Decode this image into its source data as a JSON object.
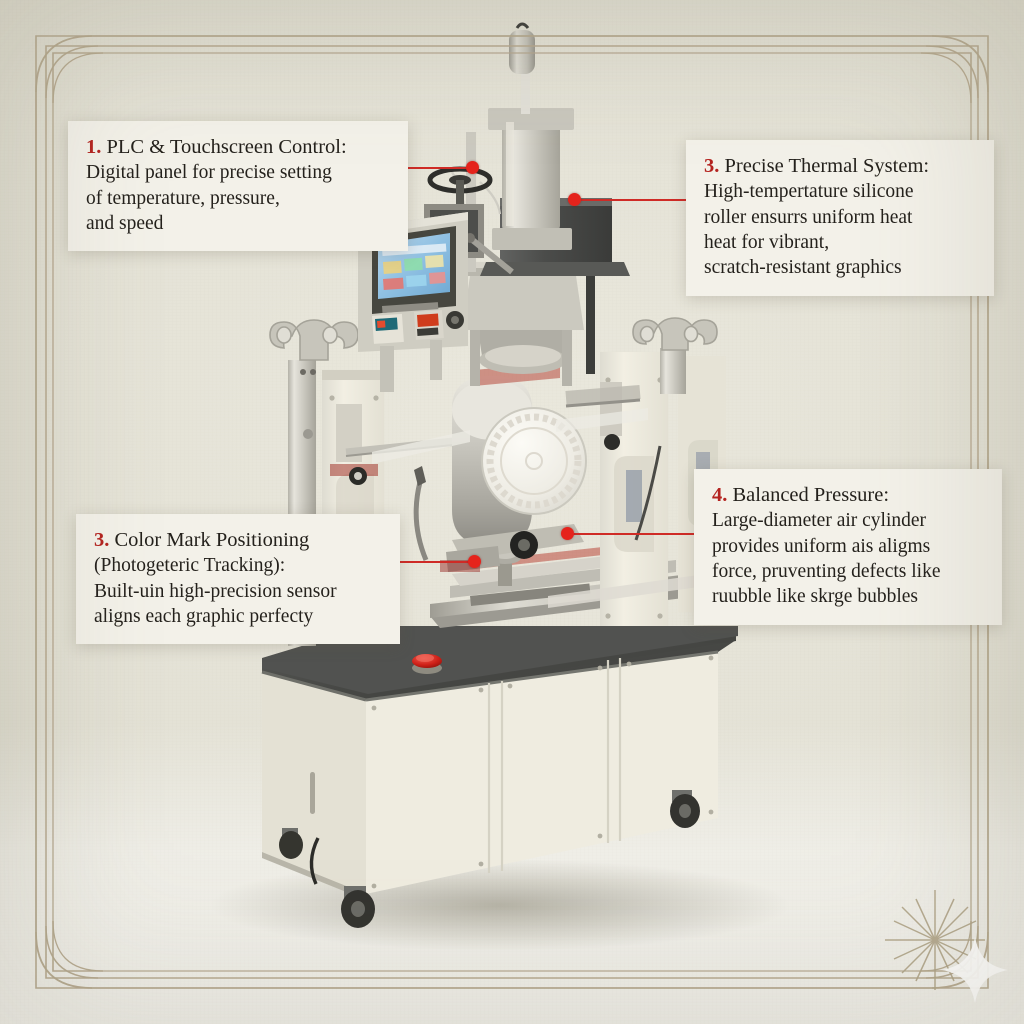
{
  "page": {
    "title": "Hot Stamping Machine Feature Infographic",
    "background_color": "#e2e0d4",
    "frame_color": "#b5a88e",
    "accent_color": "#b4231f",
    "leader_color": "#cf2b26",
    "callout_bg": "#f3f1e9"
  },
  "callouts": [
    {
      "id": "plc-touchscreen-control",
      "number": "1.",
      "title": "PLC & Touchscreen Control:",
      "lines": [
        "Digital panel for precise setting",
        "of temperature, pressure,",
        "and speed"
      ]
    },
    {
      "id": "precise-thermal-system",
      "number": "3.",
      "title": "Precise Thermal System:",
      "lines": [
        "High-tempertature silicone",
        "roller ensurrs uniform heat",
        "heat for vibrant,",
        "scratch-resistant graphics"
      ]
    },
    {
      "id": "color-mark-positioning",
      "number": "3.",
      "title": "Color Mark Positioning",
      "lines": [
        "(Photogeteric Tracking):",
        "Built-uin high-precision sensor",
        "aligns each graphic perfecty"
      ]
    },
    {
      "id": "balanced-pressure",
      "number": "4.",
      "title": "Balanced Pressure:",
      "lines": [
        "Large-diameter air cylinder",
        "provides uniform ais aligms",
        "force, pruventing defects like",
        "ruubble like skrge bubbles"
      ]
    }
  ],
  "machine": {
    "name": "automatic-hot-stamping-machine",
    "parts": [
      {
        "name": "pneumatic-cylinder-top",
        "color": "#9a978e"
      },
      {
        "name": "cylinder-rod",
        "color": "#cfcdc6"
      },
      {
        "name": "main-air-cylinder",
        "color": "#c3c1b8"
      },
      {
        "name": "heater-block",
        "color": "#4d4e4c"
      },
      {
        "name": "hmi-touchscreen-panel",
        "color": "#bfbdb4"
      },
      {
        "name": "touchscreen-display",
        "color": "#8fb8d8"
      },
      {
        "name": "temperature-controller",
        "color": "#2a6f7c"
      },
      {
        "name": "pressure-controller",
        "color": "#c63a22"
      },
      {
        "name": "foil-reel-holder-left",
        "color": "#c9c7bd"
      },
      {
        "name": "foil-reel-holder-right",
        "color": "#c9c7bd"
      },
      {
        "name": "silicone-roller",
        "color": "#d9d7cf"
      },
      {
        "name": "workpiece-bucket",
        "color": "#f1efe8"
      },
      {
        "name": "conveyor-rail",
        "color": "#b5b3aa"
      },
      {
        "name": "base-cabinet",
        "color": "#efece0"
      },
      {
        "name": "cabinet-top",
        "color": "#4a4b48"
      },
      {
        "name": "emergency-stop-button",
        "color": "#d02020"
      },
      {
        "name": "caster-wheel",
        "color": "#2e2e2c"
      }
    ]
  },
  "decorations": {
    "starburst": "8-ray-starburst",
    "sparkle": "four-point-sparkle"
  }
}
